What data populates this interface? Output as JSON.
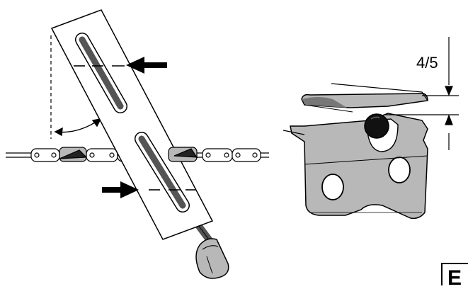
{
  "diagram": {
    "left_figure": {
      "parts": [
        "file-guide-plate",
        "round-file",
        "file-handle",
        "saw-chain",
        "angle-reference-line",
        "angle-arrow",
        "guide-arrow-upper",
        "guide-arrow-lower"
      ]
    },
    "right_figure": {
      "dimension_label": "4/5",
      "parts": [
        "cutter-tooth",
        "file-cross-section",
        "dimension-arrows"
      ]
    },
    "corner_label": "E",
    "colors": {
      "ink": "#000000",
      "metal_gray": "#b8b8b8",
      "dark_gray": "#555555",
      "background": "#ffffff"
    }
  }
}
